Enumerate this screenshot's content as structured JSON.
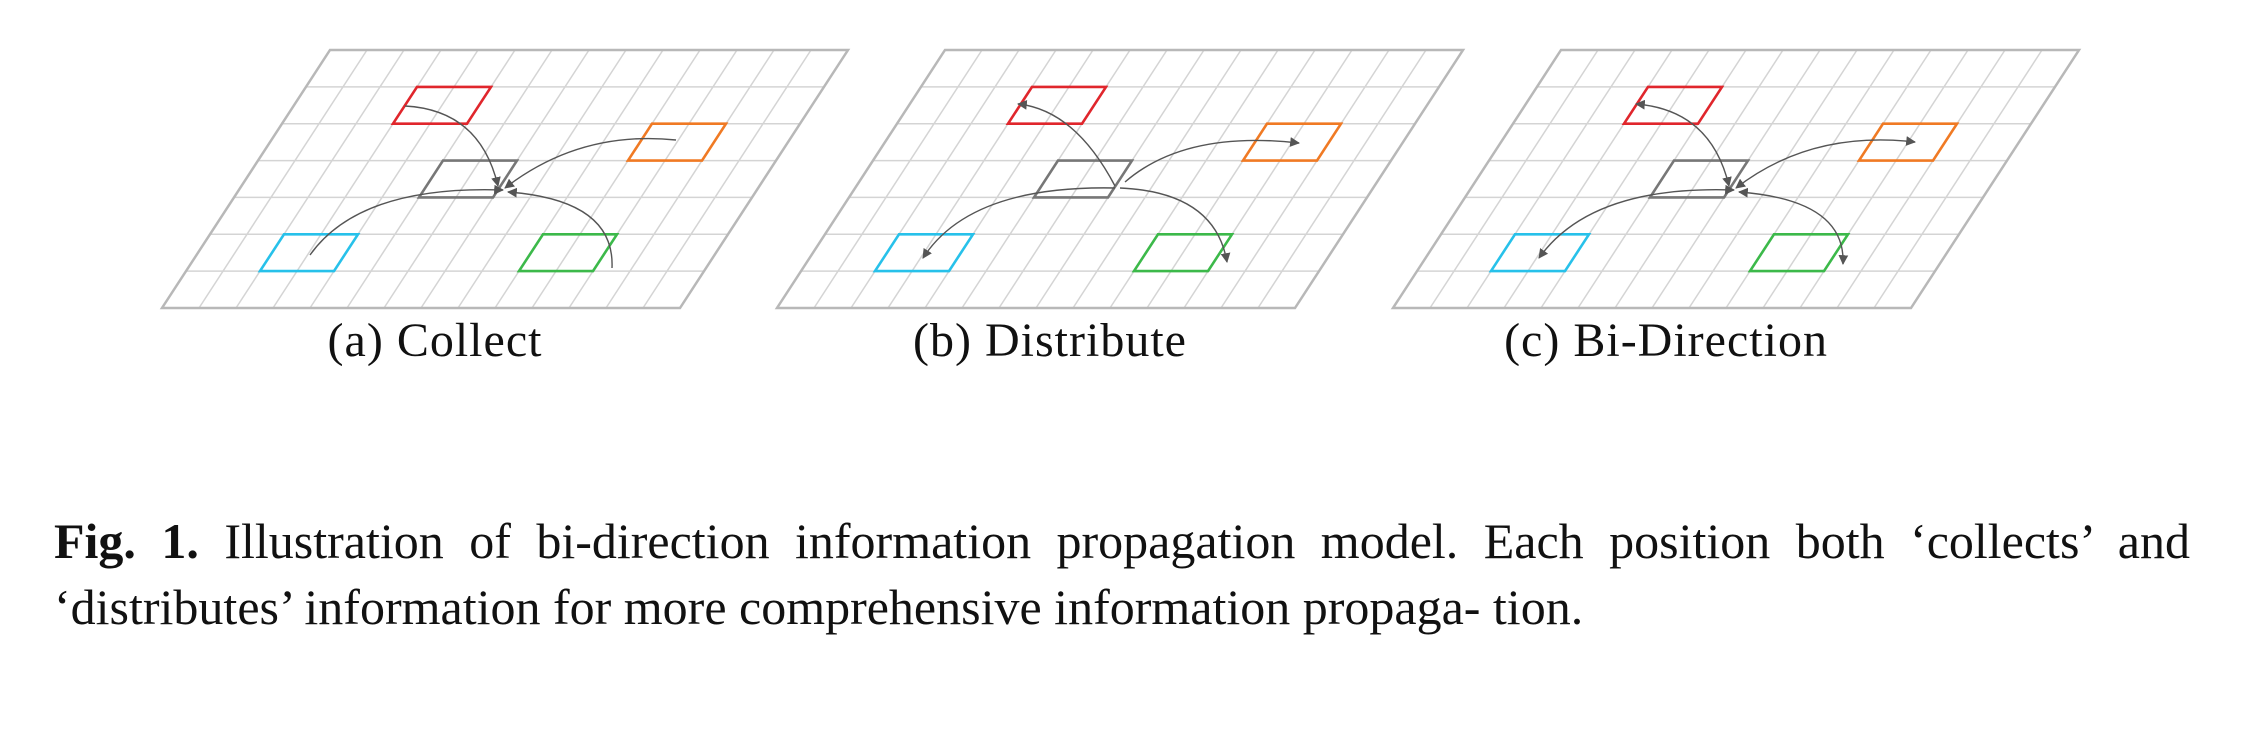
{
  "panels": [
    {
      "id": "a",
      "label": "(a) Collect",
      "mode": "collect"
    },
    {
      "id": "b",
      "label": "(b) Distribute",
      "mode": "distribute"
    },
    {
      "id": "c",
      "label": "(c) Bi-Direction",
      "mode": "bidirection"
    }
  ],
  "colors": {
    "grid": "#d4d4d4",
    "border": "#b8b8b8",
    "center": "#777777",
    "red": "#e0262c",
    "orange": "#f07a24",
    "cyan": "#27c1ea",
    "green": "#3cb94a",
    "arrow": "#555555"
  },
  "caption": {
    "label": "Fig. 1.",
    "text": " Illustration of bi-direction information propagation model. Each position both ‘collects’ and ‘distributes’ information for more comprehensive information propaga- tion."
  }
}
